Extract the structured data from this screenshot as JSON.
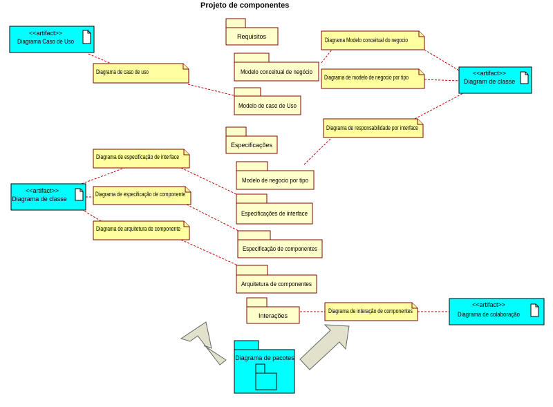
{
  "title": "Projeto de componentes",
  "packages": {
    "requisitos": "Requisitos",
    "modelo_conceitual": "Modelo conceitual de negócio",
    "modelo_caso_uso": "Modelo de caso de Uso",
    "especificacoes": "Especificações",
    "modelo_negocio_tipo": "Modelo de negocio por tipo",
    "especificacoes_interface": "Especificações de interface",
    "especificacao_componentes": "Especificação de componentes",
    "arquitetura_componentes": "Arquitetura de componentes",
    "interacoes": "Interações",
    "diagrama_pacotes": "Diagrama de pacotes"
  },
  "notes": {
    "modelo_conceitual_negocio": "Diagrama Modelo conceitual do negocio",
    "modelo_negocio_tipo": "Diagrama de modelo de negocio por tipo",
    "caso_uso": "Diagrama de caso de uso",
    "responsabilidade_interface": "Diagrama de responsabilidade por interface",
    "especificacao_interface": "Diagrama de especificação de interface",
    "especificacao_componente": "Diagrama de especificação de componente",
    "arquitetura_componente": "Diagrama de arquitetura de componente",
    "interacao_componentes": "Diagrama de interação de componentes"
  },
  "artifacts": {
    "stereotype": "<<artifact>>",
    "caso_uso": "Diagrama Caso de Uso",
    "classe_right": "Diagram de classe",
    "classe_left": "Diagrama de classe",
    "colaboracao": "Diagrama de colaboração"
  },
  "colors": {
    "artifact_fill": "#00ffff",
    "note_fill": "#ffffa0",
    "package_fill": "#ffffcc",
    "border": "#800000",
    "link": "#c00000"
  }
}
